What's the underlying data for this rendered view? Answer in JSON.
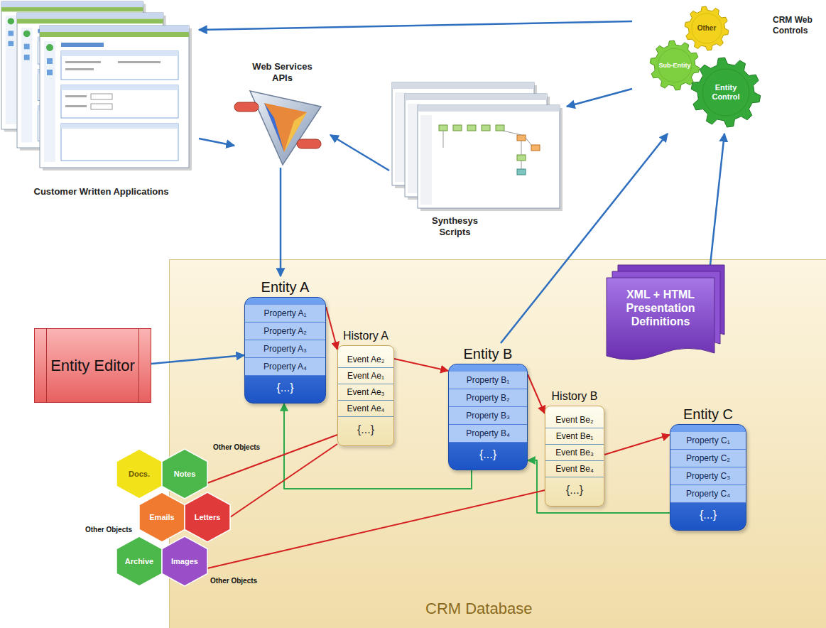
{
  "diagram": {
    "nodes": [
      {
        "text": [
          "Customer Written Applications"
        ]
      },
      {
        "text": [
          "Web Services APIs"
        ]
      },
      {
        "text": [
          "Synthesys Scripts"
        ]
      },
      {
        "text": [
          "CRM Web Controls"
        ]
      },
      {
        "text": [
          "Other"
        ],
        "in": 3
      },
      {
        "text": [
          "Sub-Entity"
        ],
        "in": 3
      },
      {
        "text": [
          "Entity Control"
        ],
        "in": 3
      },
      {
        "text": [
          "CRM Database"
        ]
      },
      {
        "text": [
          "Entity A",
          "Property A₁",
          "Property A₂",
          "Property A₃",
          "Property A₄",
          "{...}"
        ],
        "in": 7
      },
      {
        "text": [
          "History A",
          "Event Ae₂",
          "Event Ae₁",
          "Event Ae₃",
          "Event Ae₄",
          "{...}"
        ],
        "in": 7
      },
      {
        "text": [
          "Entity B",
          "Property B₁",
          "Property B₂",
          "Property B₃",
          "Property B₄",
          "{...}"
        ],
        "in": 7
      },
      {
        "text": [
          "History B",
          "Event Be₂",
          "Event Be₁",
          "Event Be₃",
          "Event Be₄",
          "{...}"
        ],
        "in": 7
      },
      {
        "text": [
          "Entity C",
          "Property C₁",
          "Property C₂",
          "Property C₃",
          "Property C₄",
          "{...}"
        ],
        "in": 7
      },
      {
        "text": [
          "Entity Editor"
        ]
      },
      {
        "text": [
          "XML + HTML Presentation Definitions"
        ],
        "in": 7
      },
      {
        "text": [
          "Docs."
        ]
      },
      {
        "text": [
          "Notes"
        ]
      },
      {
        "text": [
          "Emails"
        ]
      },
      {
        "text": [
          "Letters"
        ]
      },
      {
        "text": [
          "Archive"
        ]
      },
      {
        "text": [
          "Images"
        ]
      }
    ],
    "edges": [
      {
        "from": 3,
        "to": 0,
        "arrow": "to"
      },
      {
        "from": 3,
        "to": 2,
        "arrow": "to"
      },
      {
        "from": 0,
        "to": 1,
        "arrow": "to"
      },
      {
        "from": 2,
        "to": 1,
        "arrow": "to"
      },
      {
        "from": 1,
        "to": 8,
        "arrow": "to"
      },
      {
        "from": 13,
        "to": 8,
        "arrow": "to"
      },
      {
        "from": 10,
        "to": 3,
        "arrow": "to"
      },
      {
        "from": 14,
        "to": 3,
        "arrow": "to"
      },
      {
        "from": 8,
        "to": 9,
        "arrow": "to"
      },
      {
        "from": 9,
        "to": 10,
        "arrow": "to"
      },
      {
        "from": 10,
        "to": 8,
        "arrow": "to"
      },
      {
        "from": 10,
        "to": 11,
        "arrow": "to"
      },
      {
        "from": 11,
        "to": 12,
        "arrow": "to"
      },
      {
        "from": 12,
        "to": 10,
        "arrow": "to"
      },
      {
        "from": 16,
        "to": 9,
        "arrow": "none"
      },
      {
        "from": 18,
        "to": 9,
        "arrow": "none"
      },
      {
        "from": 20,
        "to": 11,
        "arrow": "none"
      }
    ],
    "labels": [
      "Other Objects",
      "Other Objects",
      "Other Objects"
    ]
  }
}
